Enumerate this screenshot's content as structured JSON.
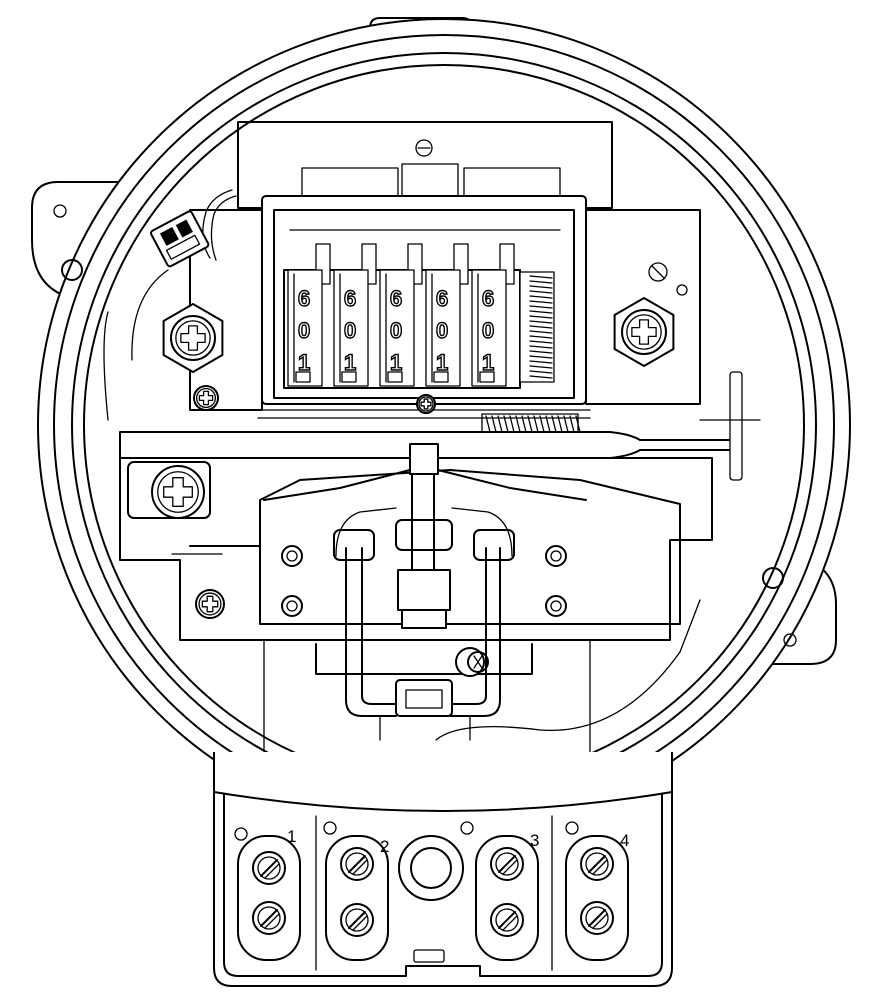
{
  "figure": {
    "terminal_labels": [
      "1",
      "2",
      "3",
      "4"
    ],
    "register_digits": [
      [
        "6",
        "0",
        "1"
      ],
      [
        "6",
        "0",
        "1"
      ],
      [
        "6",
        "0",
        "1"
      ],
      [
        "6",
        "0",
        "1"
      ],
      [
        "6",
        "0",
        "1"
      ]
    ]
  }
}
